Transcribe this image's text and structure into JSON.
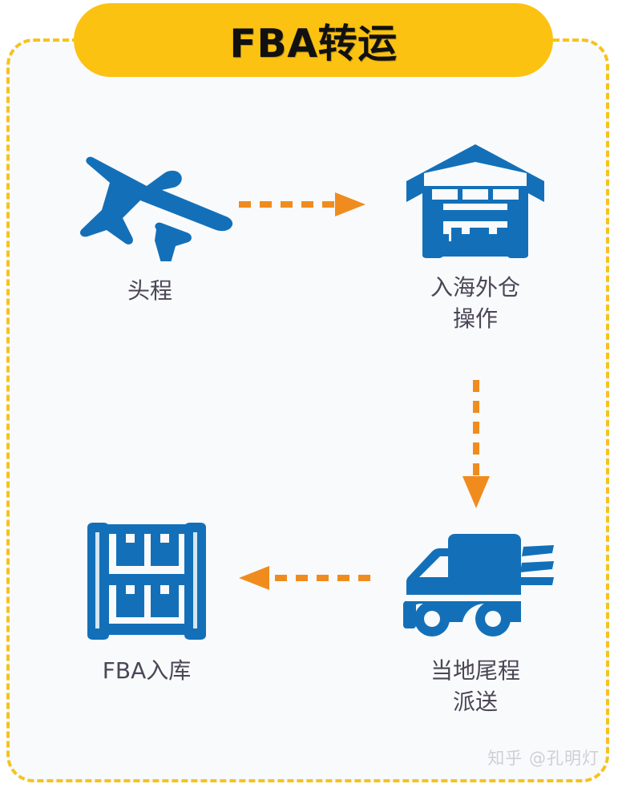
{
  "title": {
    "text": "FBA转运",
    "pill_color": "#FBC211",
    "text_color": "#111111"
  },
  "frame": {
    "border_color": "#F5C31E",
    "background": "#F9FAFC",
    "border_style": "dashed"
  },
  "theme": {
    "icon_blue": "#1370B8",
    "arrow_orange": "#F08C1E",
    "label_color": "#4B4656",
    "watermark_color": "#CFCFD4"
  },
  "nodes": [
    {
      "id": "first-leg",
      "icon": "airplane-icon",
      "label": "头程"
    },
    {
      "id": "overseas-warehouse",
      "icon": "warehouse-icon",
      "label": "入海外仓\n操作"
    },
    {
      "id": "last-mile",
      "icon": "delivery-truck-icon",
      "label": "当地尾程\n派送"
    },
    {
      "id": "fba-inbound",
      "icon": "storage-rack-icon",
      "label": "FBA入库"
    }
  ],
  "arrows": [
    {
      "id": "air-to-warehouse",
      "direction": "right",
      "style": "dashed",
      "color": "#F08C1E"
    },
    {
      "id": "warehouse-to-truck",
      "direction": "down",
      "style": "dashed",
      "color": "#F08C1E"
    },
    {
      "id": "truck-to-fba",
      "direction": "left",
      "style": "dashed",
      "color": "#F08C1E"
    }
  ],
  "watermark": {
    "text": "知乎 @孔明灯"
  }
}
